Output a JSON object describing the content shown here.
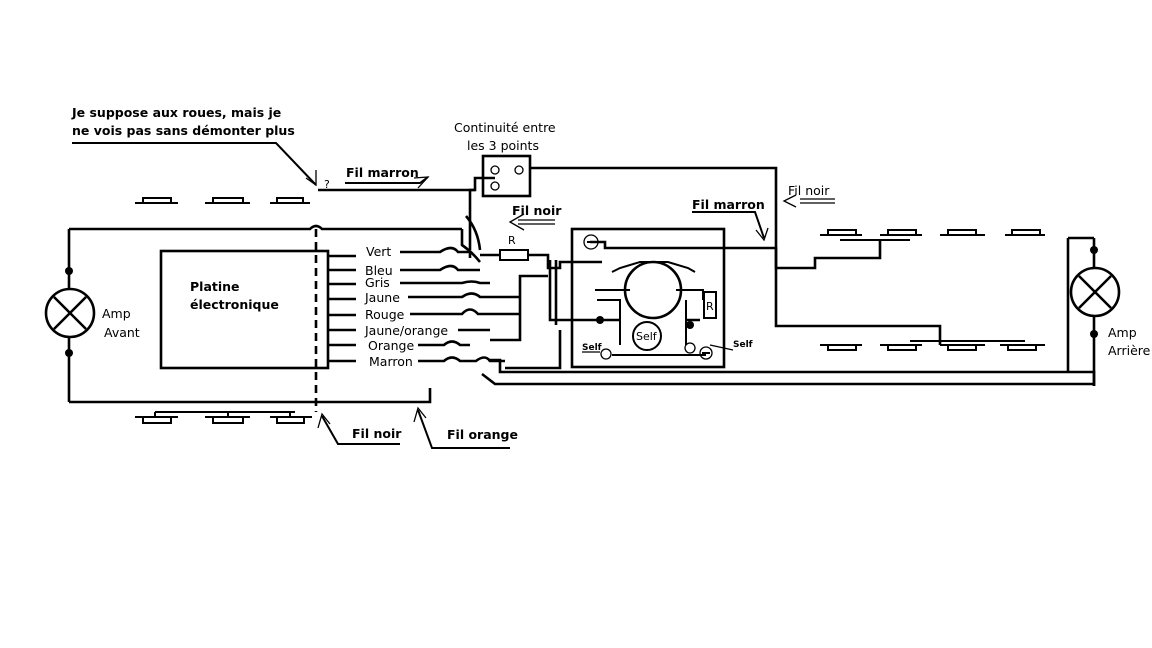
{
  "labels": {
    "note": [
      "Je suppose aux roues, mais je",
      "ne vois pas sans démonter plus"
    ],
    "question": "?",
    "continuity": [
      "Continuité entre",
      "les 3 points"
    ],
    "fil_marron_top": "Fil marron",
    "fil_noir_top": "Fil noir",
    "fil_marron_right": "Fil marron",
    "fil_noir_right": "Fil noir",
    "fil_noir_bottom": "Fil noir",
    "fil_orange_bottom": "Fil orange",
    "platine": [
      "Platine",
      "électronique"
    ],
    "amp_avant": [
      "Amp",
      "Avant"
    ],
    "amp_arriere": [
      "Amp",
      "Arrière"
    ],
    "resistor_left": "R",
    "resistor_right": "R",
    "self_center": "Self",
    "self_left": "Self",
    "self_right": "Self",
    "wires": [
      "Vert",
      "Bleu",
      "Gris",
      "Jaune",
      "Rouge",
      "Jaune/orange",
      "Orange",
      "Marron"
    ]
  }
}
